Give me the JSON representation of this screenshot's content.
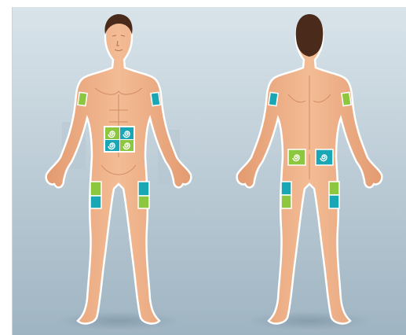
{
  "colors": {
    "background_top": "#d9e4ea",
    "background_bottom": "#9fb4c2",
    "skin": "#efb08a",
    "skin_shadow": "#d98f66",
    "hair": "#4a2a1a",
    "outline": "#ffffff",
    "patch_green": "#8dc63f",
    "patch_teal": "#1aa7b5"
  },
  "figures": [
    {
      "view": "front"
    },
    {
      "view": "back"
    }
  ],
  "injection_sites": [
    {
      "figure": "front",
      "region": "right-upper-arm",
      "color": "green"
    },
    {
      "figure": "front",
      "region": "left-upper-arm",
      "color": "teal"
    },
    {
      "figure": "front",
      "region": "abdomen",
      "color": "mixed",
      "icon": "spiral-icon"
    },
    {
      "figure": "front",
      "region": "right-thigh",
      "color": "mixed"
    },
    {
      "figure": "front",
      "region": "left-thigh",
      "color": "mixed"
    },
    {
      "figure": "back",
      "region": "left-upper-arm",
      "color": "teal"
    },
    {
      "figure": "back",
      "region": "right-upper-arm",
      "color": "green"
    },
    {
      "figure": "back",
      "region": "left-buttock",
      "color": "green",
      "icon": "spiral-icon"
    },
    {
      "figure": "back",
      "region": "right-buttock",
      "color": "teal",
      "icon": "spiral-icon"
    },
    {
      "figure": "back",
      "region": "left-thigh",
      "color": "mixed"
    },
    {
      "figure": "back",
      "region": "right-thigh",
      "color": "mixed"
    }
  ]
}
